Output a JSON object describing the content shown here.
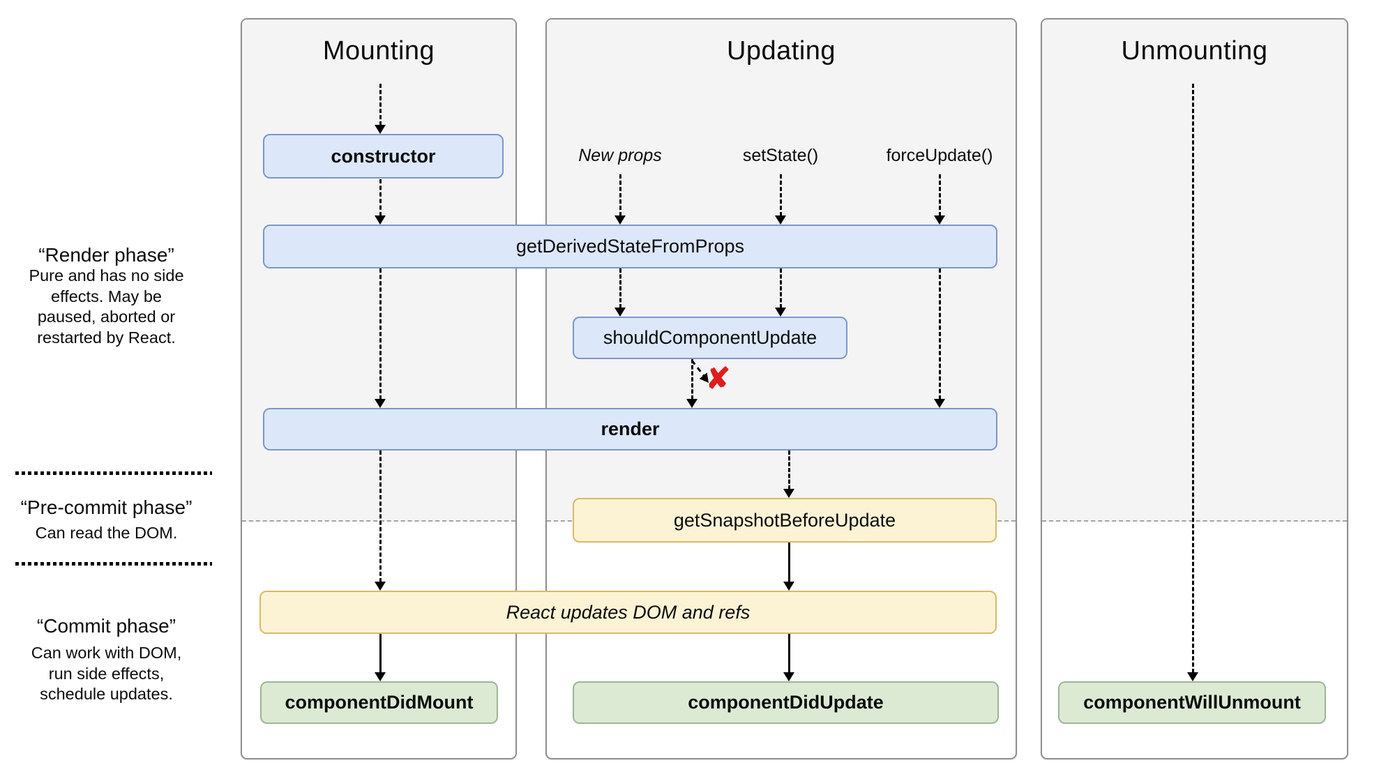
{
  "columns": [
    {
      "title": "Mounting"
    },
    {
      "title": "Updating"
    },
    {
      "title": "Unmounting"
    }
  ],
  "phases": [
    {
      "title": "“Render phase”",
      "description": "Pure and has no side\neffects. May be\npaused, aborted or\nrestarted by React."
    },
    {
      "title": "“Pre-commit phase”",
      "description": "Can read the DOM."
    },
    {
      "title": "“Commit phase”",
      "description": "Can work with DOM,\nrun side effects,\nschedule updates."
    }
  ],
  "triggers": [
    {
      "label": "New props"
    },
    {
      "label": "setState()"
    },
    {
      "label": "forceUpdate()"
    }
  ],
  "nodes": {
    "constructor": "constructor",
    "get_derived_state_from_props": "getDerivedStateFromProps",
    "should_component_update": "shouldComponentUpdate",
    "render": "render",
    "get_snapshot_before_update": "getSnapshotBeforeUpdate",
    "react_updates_dom": "React updates DOM and refs",
    "component_did_mount": "componentDidMount",
    "component_did_update": "componentDidUpdate",
    "component_will_unmount": "componentWillUnmount"
  },
  "icons": {
    "cancel_x": "✘"
  },
  "colors": {
    "lifecycle_blue_fill": "#dce7f9",
    "lifecycle_blue_border": "#7b97c9",
    "side_effect_yellow_fill": "#fcf3d5",
    "side_effect_yellow_border": "#d9ba62",
    "commit_green_fill": "#dcead4",
    "commit_green_border": "#9cb694",
    "cancel_red": "#df1d1d",
    "panel_gray": "#f4f4f4"
  }
}
